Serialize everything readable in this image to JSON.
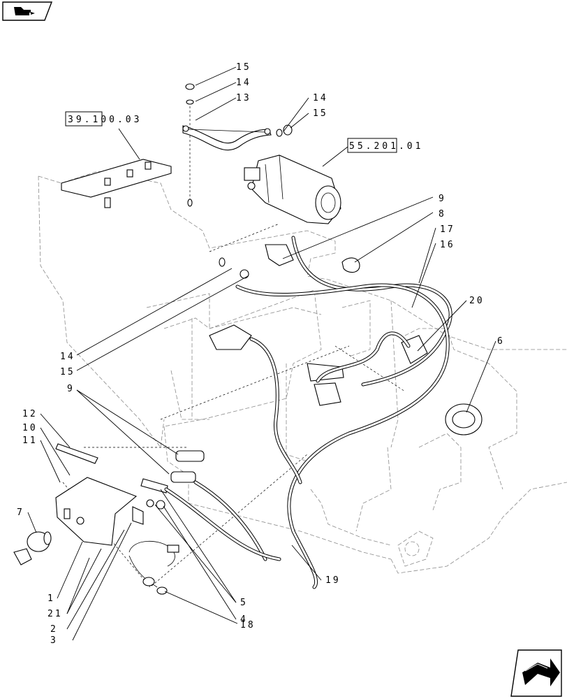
{
  "nav": {
    "top_button_icon": "hand-pointing-icon",
    "bottom_button_icon": "return-arrow-icon"
  },
  "references": {
    "battery": "39.100.03",
    "starter": "55.201.01"
  },
  "callouts": {
    "c15_top": "15",
    "c14_top": "14",
    "c13": "13",
    "c14_right": "14",
    "c15_right": "15",
    "c9_top": "9",
    "c8": "8",
    "c17": "17",
    "c16": "16",
    "c20": "20",
    "c6": "6",
    "c14_left": "14",
    "c15_left": "15",
    "c9_left": "9",
    "c12": "12",
    "c10": "10",
    "c11": "11",
    "c7": "7",
    "c1": "1",
    "c21": "21",
    "c2": "2",
    "c3": "3",
    "c4": "4",
    "c5": "5",
    "c18": "18",
    "c19": "19"
  }
}
